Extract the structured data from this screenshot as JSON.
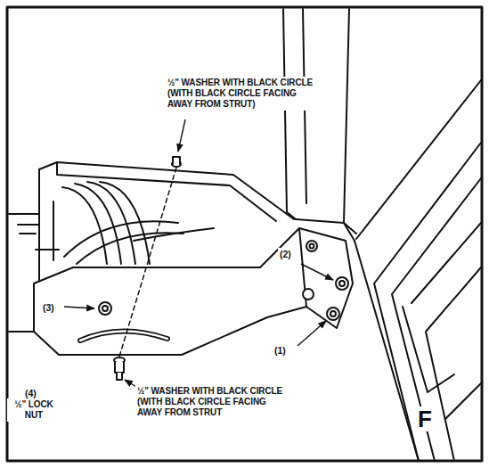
{
  "diagram": {
    "labels": [
      "½\" WASHER WITH BLACK CIRCLE (WITH BLACK CIRCLE FACING AWAY FROM STRUT)",
      "(2)",
      "(3)",
      "(1)",
      "(4)",
      "½\" LOCK NUT",
      "½\" WASHER WITH BLACK CIRCLE (WITH BLACK CIRCLE FACING AWAY FROM STRUT",
      "F"
    ]
  }
}
